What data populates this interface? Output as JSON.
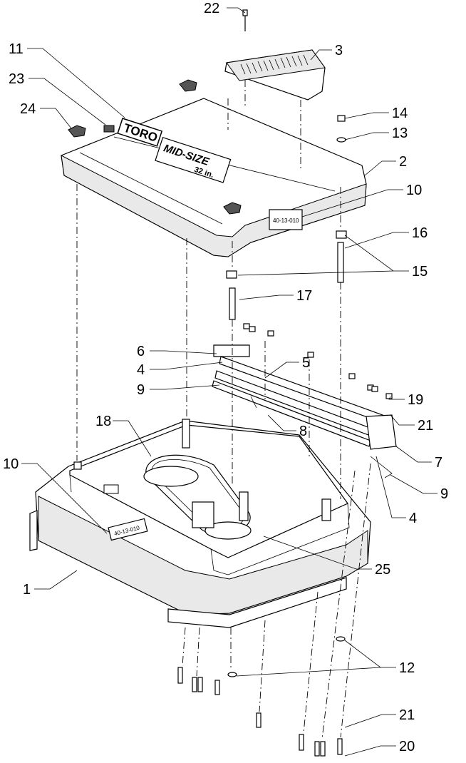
{
  "callouts": {
    "c1": "1",
    "c2": "2",
    "c3": "3",
    "c4a": "4",
    "c4b": "4",
    "c5": "5",
    "c6": "6",
    "c7": "7",
    "c8": "8",
    "c9a": "9",
    "c9b": "9",
    "c10a": "10",
    "c10b": "10",
    "c11": "11",
    "c12": "12",
    "c13": "13",
    "c14": "14",
    "c15": "15",
    "c16": "16",
    "c17": "17",
    "c18": "18",
    "c19": "19",
    "c20": "20",
    "c21a": "21",
    "c21b": "21",
    "c22": "22",
    "c23": "23",
    "c24": "24",
    "c25": "25"
  },
  "decals": {
    "brand": "TORO",
    "model": "MID-SIZE",
    "size": "32 in.",
    "part_number": "40-13-010",
    "deck_part_number": "40-13-010"
  }
}
